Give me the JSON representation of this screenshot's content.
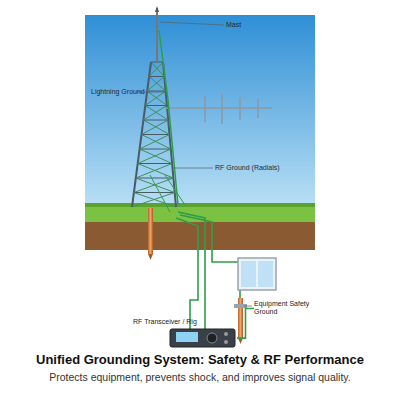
{
  "diagram": {
    "title": "Unified Grounding System: Safety & RF Performance",
    "caption": "Protects equipment, prevents shock, and improves signal quality.",
    "nodes": [
      {
        "text": [
          "RF Transceiver / Rig"
        ]
      },
      {
        "text": [
          "Equipment Safety Ground"
        ]
      }
    ],
    "edges": [
      {
        "from": 0,
        "to": 1,
        "arrow": "none"
      }
    ],
    "labels": [
      "Mast",
      "Lightning Ground",
      "RF Ground (Radials)"
    ]
  }
}
